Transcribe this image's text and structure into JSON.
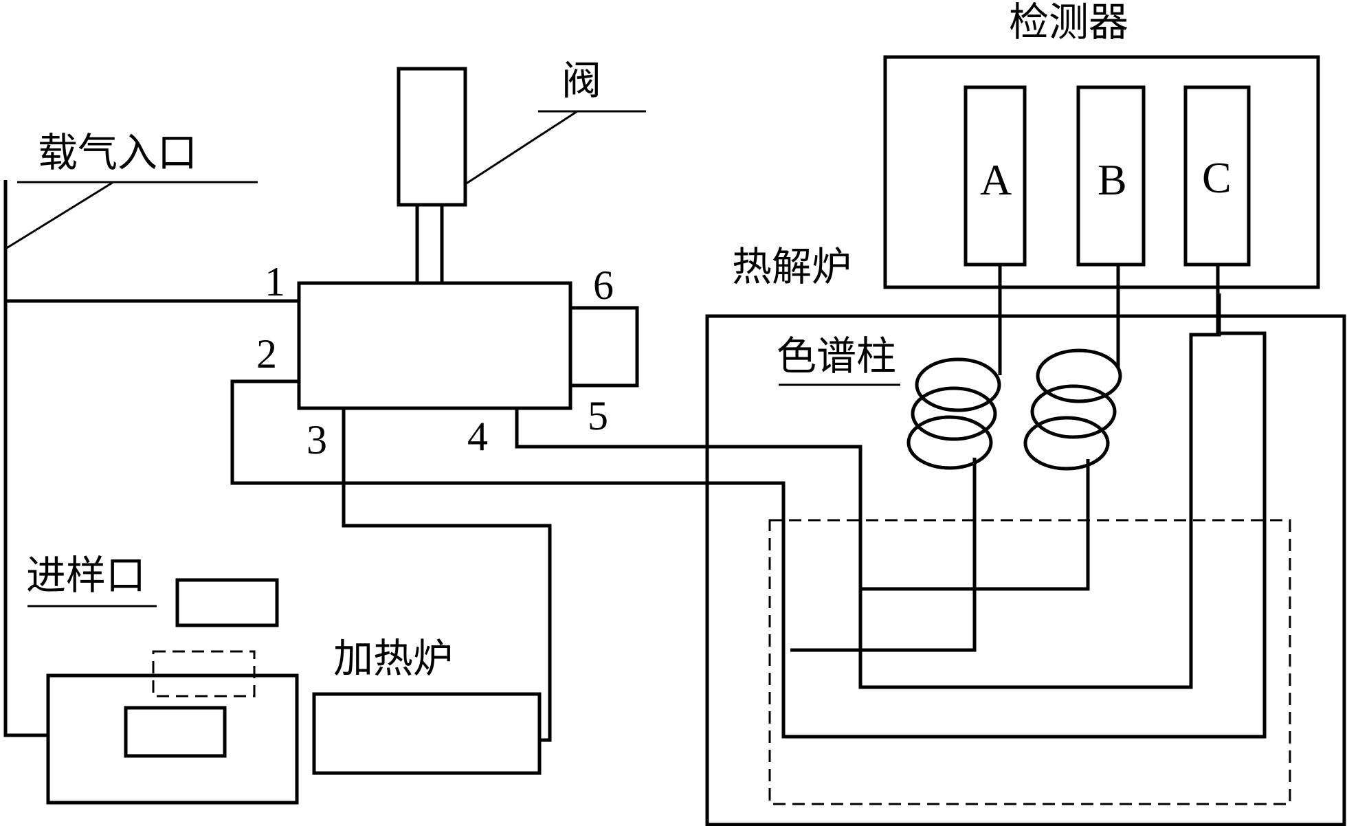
{
  "labels": {
    "carrier_gas_inlet": "载气入口",
    "valve": "阀",
    "detector": "检测器",
    "pyrolysis_furnace": "热解炉",
    "chromatography_column": "色谱柱",
    "sample_inlet": "进样口",
    "heating_furnace": "加热炉"
  },
  "detector_channels": [
    "A",
    "B",
    "C"
  ],
  "valve_ports": [
    "1",
    "2",
    "3",
    "4",
    "5",
    "6"
  ]
}
